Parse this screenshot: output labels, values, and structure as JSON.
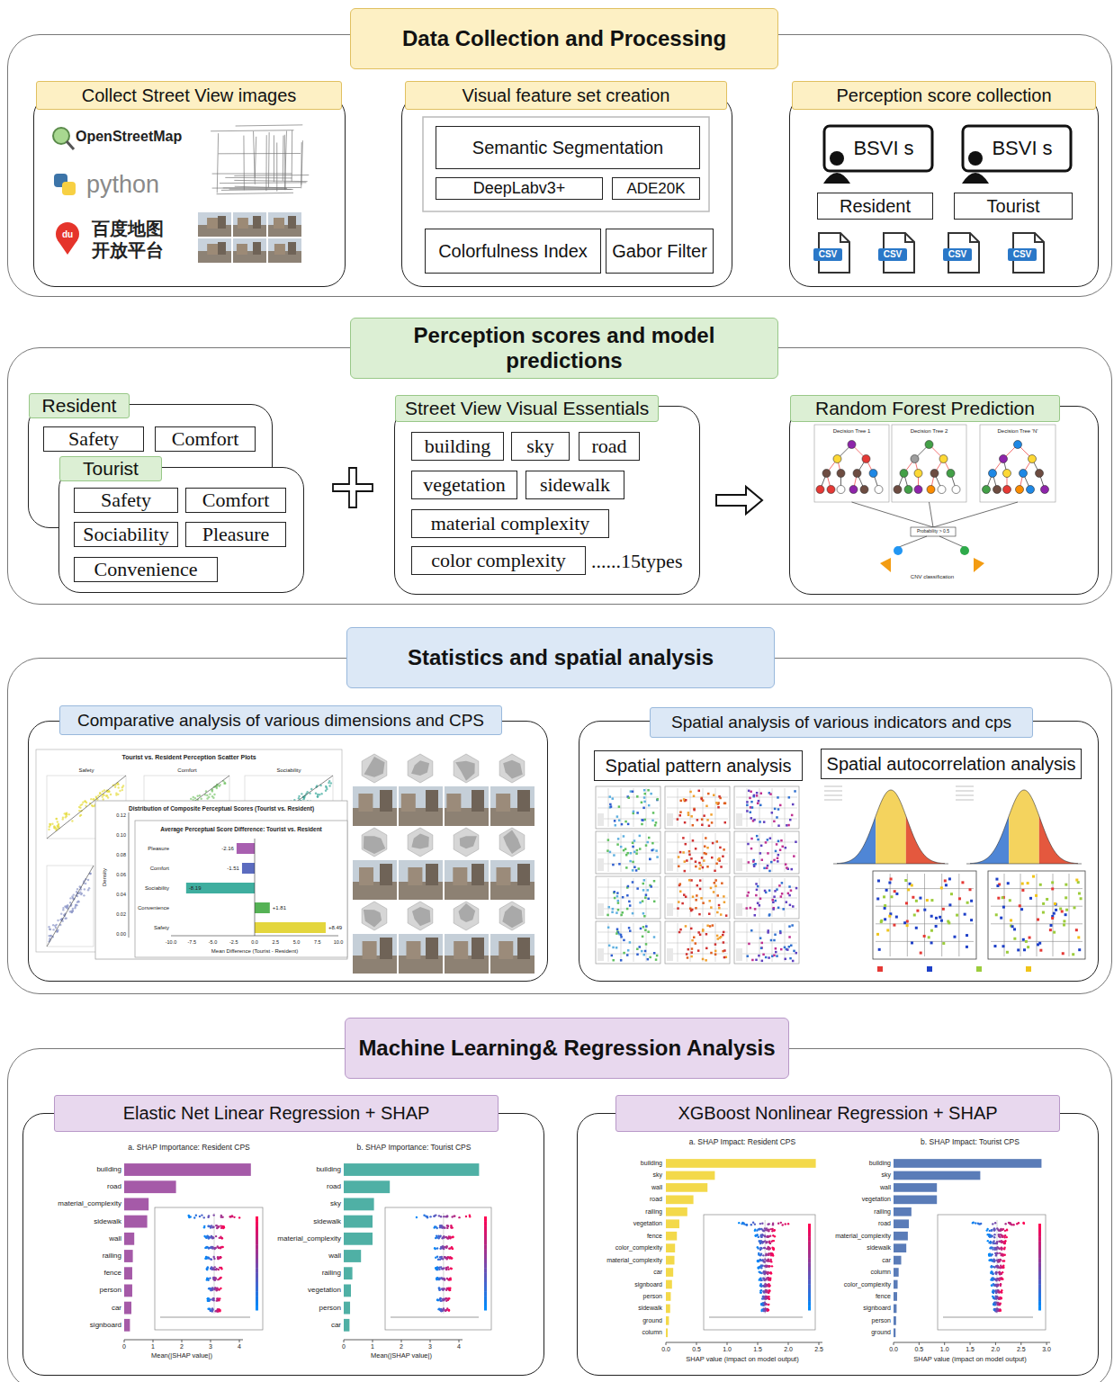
{
  "diagram": {
    "nodes": [
      {
        "text": [
          "Data Collection and Processing"
        ]
      },
      {
        "text": [
          "Collect Street View images"
        ],
        "in": 0
      },
      {
        "text": [
          "Visual feature set creation"
        ],
        "in": 0
      },
      {
        "text": [
          "Semantic Segmentation"
        ],
        "in": 2
      },
      {
        "text": [
          "DeepLabv3+"
        ],
        "in": 2
      },
      {
        "text": [
          "ADE20K"
        ],
        "in": 2
      },
      {
        "text": [
          "Colorfulness Index"
        ],
        "in": 2
      },
      {
        "text": [
          "Gabor Filter"
        ],
        "in": 2
      },
      {
        "text": [
          "Perception score collection"
        ],
        "in": 0
      },
      {
        "text": [
          "BSVI s"
        ],
        "in": 8
      },
      {
        "text": [
          "BSVI s"
        ],
        "in": 8
      },
      {
        "text": [
          "Resident"
        ],
        "in": 8
      },
      {
        "text": [
          "Tourist"
        ],
        "in": 8
      },
      {
        "text": [
          "CSV"
        ],
        "in": 8
      },
      {
        "text": [
          "CSV"
        ],
        "in": 8
      },
      {
        "text": [
          "CSV"
        ],
        "in": 8
      },
      {
        "text": [
          "CSV"
        ],
        "in": 8
      },
      {
        "text": [
          "Perception scores and model predictions"
        ]
      },
      {
        "text": [
          "Resident"
        ],
        "in": 17
      },
      {
        "text": [
          "Safety"
        ],
        "in": 18
      },
      {
        "text": [
          "Comfort"
        ],
        "in": 18
      },
      {
        "text": [
          "Tourist"
        ],
        "in": 17
      },
      {
        "text": [
          "Safety"
        ],
        "in": 21
      },
      {
        "text": [
          "Comfort"
        ],
        "in": 21
      },
      {
        "text": [
          "Sociability"
        ],
        "in": 21
      },
      {
        "text": [
          "Pleasure"
        ],
        "in": 21
      },
      {
        "text": [
          "Convenience"
        ],
        "in": 21
      },
      {
        "text": [
          "Street View Visual Essentials",
          "......15types"
        ],
        "in": 17
      },
      {
        "text": [
          "building"
        ],
        "in": 27
      },
      {
        "text": [
          "sky"
        ],
        "in": 27
      },
      {
        "text": [
          "road"
        ],
        "in": 27
      },
      {
        "text": [
          "vegetation"
        ],
        "in": 27
      },
      {
        "text": [
          "sidewalk"
        ],
        "in": 27
      },
      {
        "text": [
          "material complexity"
        ],
        "in": 27
      },
      {
        "text": [
          "color complexity"
        ],
        "in": 27
      },
      {
        "text": [
          "Random Forest Prediction"
        ],
        "in": 17
      },
      {
        "text": [
          "Statistics and spatial analysis"
        ]
      },
      {
        "text": [
          "Comparative analysis of various dimensions and CPS"
        ],
        "in": 36
      },
      {
        "text": [
          "Spatial analysis of various indicators and cps"
        ],
        "in": 36
      },
      {
        "text": [
          "Spatial pattern analysis"
        ],
        "in": 38
      },
      {
        "text": [
          "Spatial autocorrelation analysis"
        ],
        "in": 38
      },
      {
        "text": [
          "Machine Learning& Regression Analysis"
        ]
      },
      {
        "text": [
          "Elastic Net Linear Regression + SHAP"
        ],
        "in": 41
      },
      {
        "text": [
          "XGBoost Nonlinear Regression + SHAP"
        ],
        "in": 41
      }
    ],
    "edges": [
      {
        "from": 27,
        "to": 35,
        "arrow": "to"
      }
    ],
    "labels": [
      "OpenStreetMap",
      "python",
      "du",
      "百度地图",
      "开放平台",
      "Decision Tree 1",
      "Decision Tree 2",
      "Decision Tree 'N'",
      "Probability > 0.5",
      "CNV classification",
      "Tourist vs. Resident Perception Scatter Plots",
      "Safety",
      "Comfort",
      "Sociability",
      "Distribution of Composite Perceptual Scores (Tourist vs. Resident)",
      "Density",
      "0.12",
      "0.10",
      "0.08",
      "0.06",
      "0.04",
      "0.02",
      "0.00",
      "Average Perceptual Score Difference: Tourist vs. Resident",
      "Pleasure",
      "Comfort",
      "Sociability",
      "Convenience",
      "Safety",
      "-2.16",
      "-1.51",
      "-8.19",
      "+1.81",
      "+8.49",
      "-10.0",
      "-7.5",
      "-5.0",
      "-2.5",
      "0.0",
      "2.5",
      "5.0",
      "7.5",
      "10.0",
      "Mean Difference (Tourist - Resident)",
      "a. SHAP Importance: Resident CPS",
      "building",
      "road",
      "material_complexity",
      "sidewalk",
      "wall",
      "railing",
      "fence",
      "person",
      "car",
      "signboard",
      "0",
      "1",
      "2",
      "3",
      "4",
      "Mean(|SHAP value|)",
      "b. SHAP Importance: Tourist CPS",
      "building",
      "road",
      "sky",
      "sidewalk",
      "material_complexity",
      "wall",
      "railing",
      "vegetation",
      "person",
      "car",
      "0",
      "1",
      "2",
      "3",
      "4",
      "Mean(|SHAP value|)",
      "a. SHAP Impact: Resident CPS",
      "building",
      "sky",
      "wall",
      "road",
      "railing",
      "vegetation",
      "fence",
      "color_complexity",
      "material_complexity",
      "car",
      "signboard",
      "person",
      "sidewalk",
      "ground",
      "column",
      "0.0",
      "0.5",
      "1.0",
      "1.5",
      "2.0",
      "2.5",
      "SHAP value (impact on model output)",
      "b. SHAP Impact: Tourist CPS",
      "building",
      "sky",
      "wall",
      "vegetation",
      "railing",
      "road",
      "material_complexity",
      "sidewalk",
      "car",
      "column",
      "color_complexity",
      "fence",
      "signboard",
      "person",
      "ground",
      "0.0",
      "0.5",
      "1.0",
      "1.5",
      "2.0",
      "2.5",
      "3.0",
      "SHAP value (impact on model output)"
    ]
  }
}
